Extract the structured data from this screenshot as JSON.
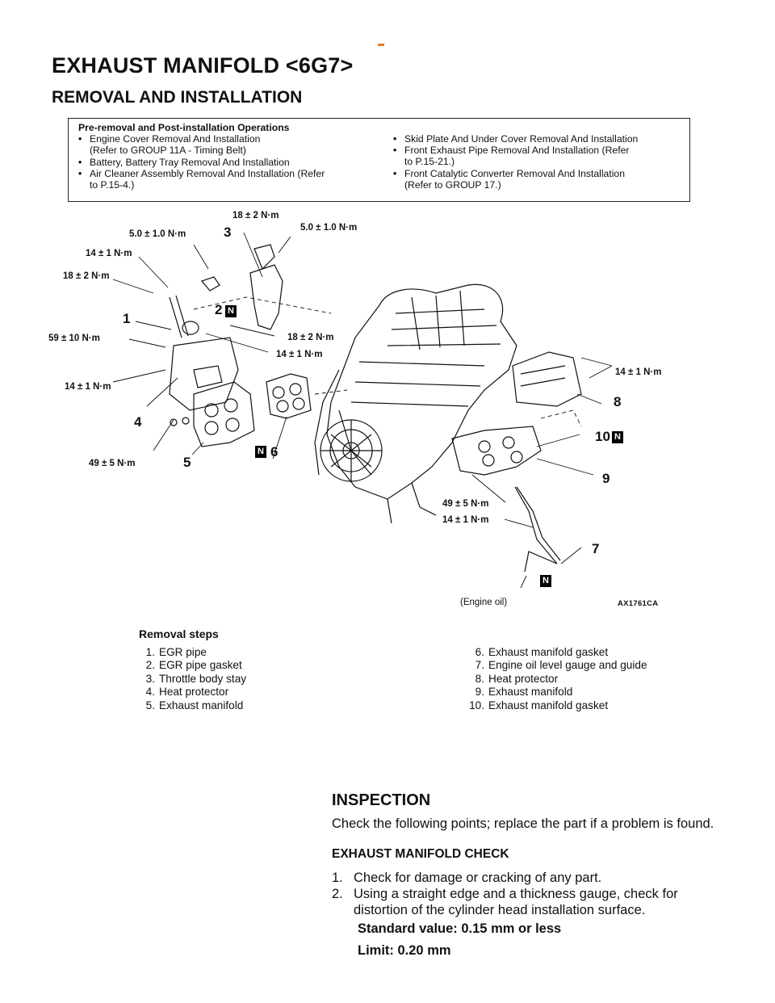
{
  "title": "EXHAUST MANIFOLD <6G7>",
  "subtitle": "REMOVAL AND INSTALLATION",
  "preops": {
    "heading": "Pre-removal and Post-installation Operations",
    "bullet": "•",
    "left": [
      {
        "text": "Engine Cover Removal And Installation",
        "cont": "(Refer to GROUP 11A - Timing Belt)"
      },
      {
        "text": "Battery, Battery Tray Removal And Installation",
        "cont": ""
      },
      {
        "text": "Air Cleaner Assembly Removal And Installation (Refer",
        "cont": "to P.15-4.)"
      }
    ],
    "right": [
      {
        "text": "Skid Plate And Under Cover Removal And Installation",
        "cont": ""
      },
      {
        "text": "Front Exhaust Pipe Removal And Installation (Refer",
        "cont": "to P.15-21.)"
      },
      {
        "text": "Front Catalytic Converter Removal And Installation",
        "cont": "(Refer to GROUP 17.)"
      }
    ]
  },
  "diagram": {
    "torques": {
      "t_5_0_a": "5.0 ± 1.0 N·m",
      "t_18_a": "18 ± 2 N·m",
      "t_5_0_b": "5.0 ± 1.0 N·m",
      "t_14_a": "14 ± 1 N·m",
      "t_18_b": "18 ± 2 N·m",
      "t_59": "59 ± 10 N·m",
      "t_18_c": "18 ± 2 N·m",
      "t_14_b": "14 ± 1 N·m",
      "t_14_c": "14 ± 1 N·m",
      "t_49_a": "49 ± 5 N·m",
      "t_14_d": "14 ± 1 N·m",
      "t_49_b": "49 ± 5 N·m",
      "t_14_e": "14 ± 1 N·m"
    },
    "numbers": {
      "n1": "1",
      "n2": "2",
      "n3": "3",
      "n4": "4",
      "n5": "5",
      "n6": "6",
      "n7": "7",
      "n8": "8",
      "n9": "9",
      "n10": "10"
    },
    "badge": "N",
    "oil_label": "(Engine oil)",
    "code": "AX1761CA"
  },
  "removal": {
    "heading": "Removal steps",
    "left": [
      {
        "n": "1.",
        "t": "EGR pipe"
      },
      {
        "n": "2.",
        "t": "EGR pipe gasket"
      },
      {
        "n": "3.",
        "t": "Throttle body stay"
      },
      {
        "n": "4.",
        "t": "Heat protector"
      },
      {
        "n": "5.",
        "t": "Exhaust manifold"
      }
    ],
    "right": [
      {
        "n": "6.",
        "t": "Exhaust manifold gasket"
      },
      {
        "n": "7.",
        "t": "Engine oil level gauge and guide"
      },
      {
        "n": "8.",
        "t": "Heat protector"
      },
      {
        "n": "9.",
        "t": "Exhaust manifold"
      },
      {
        "n": "10.",
        "t": "Exhaust manifold gasket"
      }
    ]
  },
  "inspection": {
    "title": "INSPECTION",
    "intro": "Check the following points; replace the part if a problem is found.",
    "subtitle": "EXHAUST MANIFOLD CHECK",
    "checks": [
      {
        "n": "1.",
        "t": "Check for damage or cracking of any part."
      },
      {
        "n": "2.",
        "t": "Using a straight edge and a thickness gauge, check for distortion of the cylinder head installation surface."
      }
    ],
    "standard": "Standard value: 0.15 mm or less",
    "limit": "Limit: 0.20 mm"
  }
}
